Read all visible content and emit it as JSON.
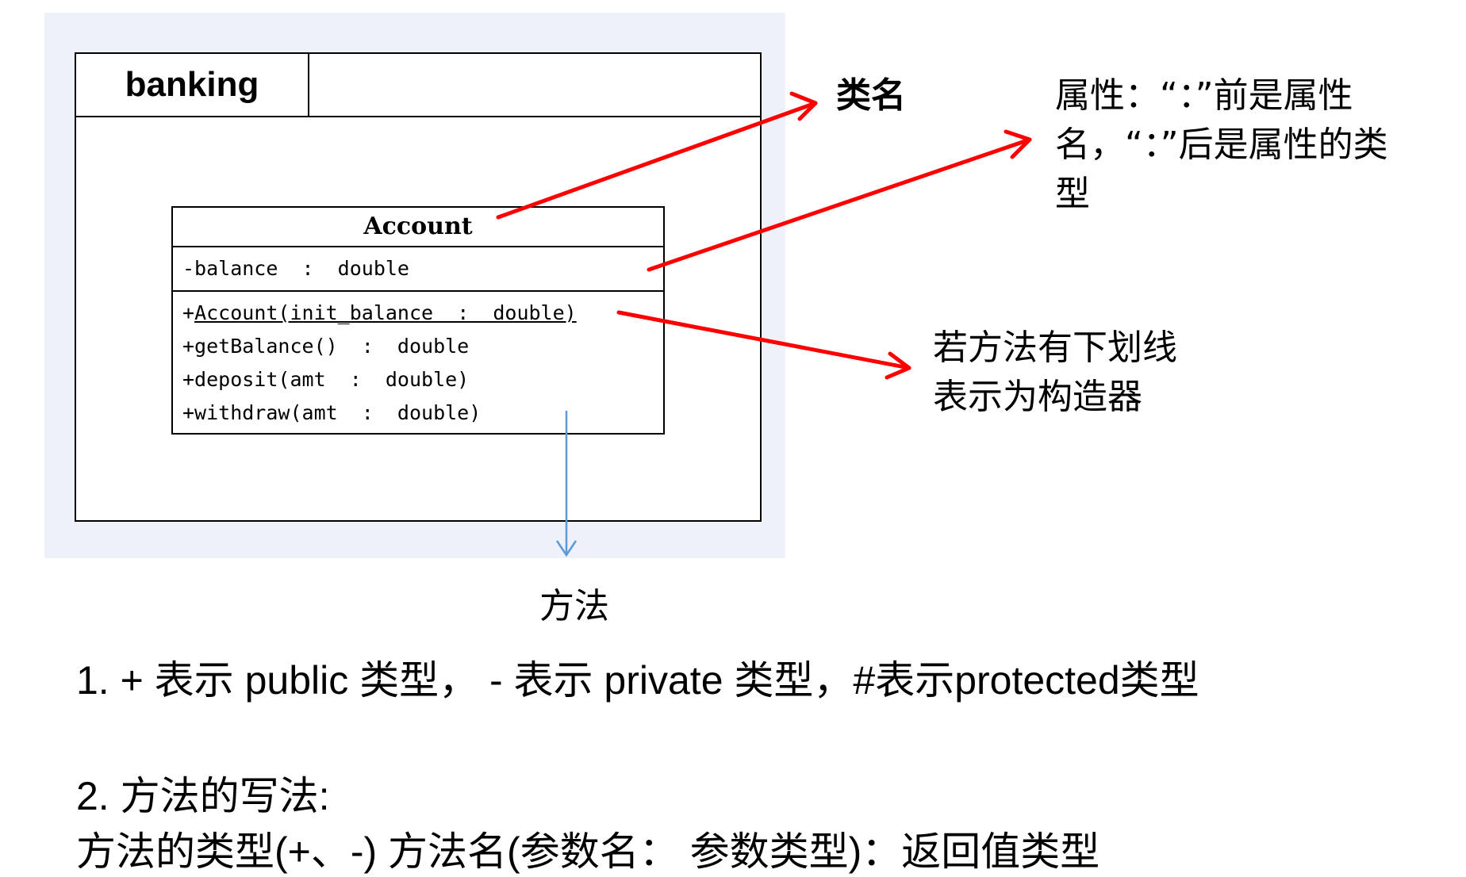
{
  "diagram": {
    "package": {
      "name": "banking"
    },
    "class": {
      "name": "Account",
      "attributes": [
        "-balance  :  double"
      ],
      "constructor": {
        "prefix": "+",
        "signature": "Account(init_balance  :  double)"
      },
      "operations": [
        "+getBalance()  :  double",
        "+deposit(amt  :  double)",
        "+withdraw(amt  :  double)"
      ]
    },
    "annotations": {
      "class_name": "类名",
      "attribute": "属性：“：”前是属性名，“：”后是属性的类型",
      "constructor": "若方法有下划线表示为构造器",
      "method": "方法"
    },
    "colors": {
      "arrow_red": "#ff0000",
      "arrow_blue": "#5b9bd5",
      "panel": "#eef0fa"
    }
  },
  "notes": {
    "line1": "1. + 表示 public 类型， - 表示 private 类型，#表示protected类型",
    "line2": "2. 方法的写法:",
    "line3": "方法的类型(+、-)  方法名(参数名：  参数类型)：返回值类型"
  }
}
